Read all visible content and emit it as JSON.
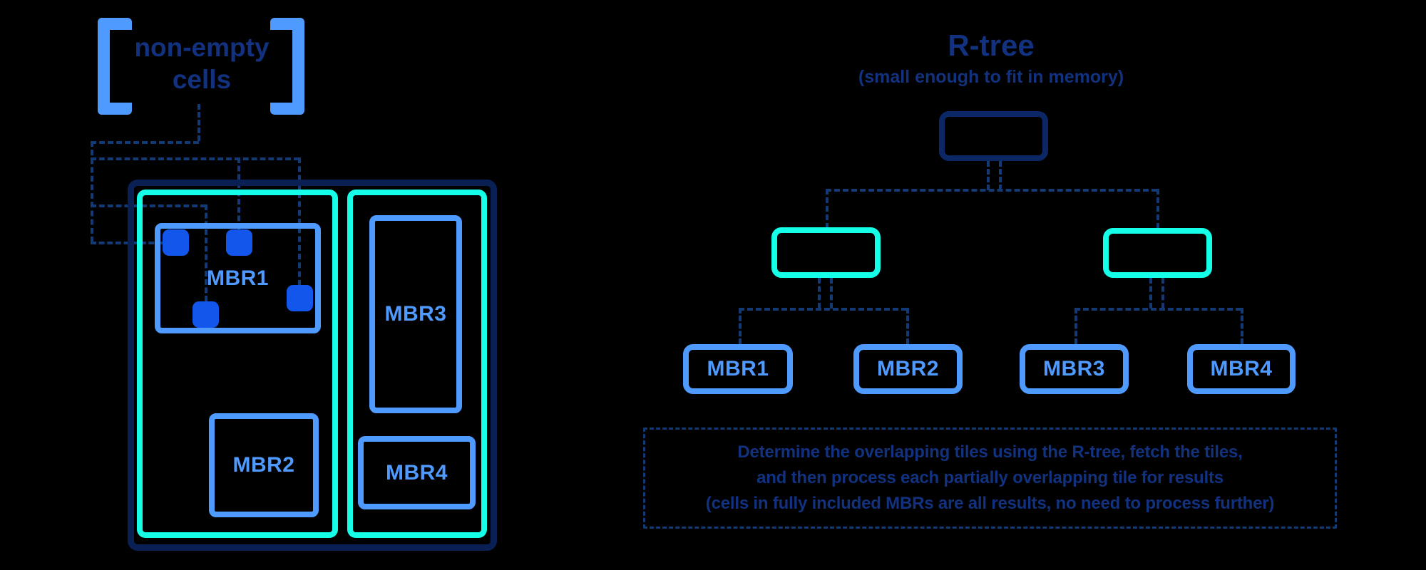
{
  "left_figure": {
    "bracket_label": {
      "line1": "non-empty",
      "line2": "cells"
    },
    "mbrs": {
      "mbr1": "MBR1",
      "mbr2": "MBR2",
      "mbr3": "MBR3",
      "mbr4": "MBR4"
    }
  },
  "rtree": {
    "title": "R-tree",
    "subtitle": "(small enough to fit in memory)",
    "leaves": [
      "MBR1",
      "MBR2",
      "MBR3",
      "MBR4"
    ]
  },
  "note": {
    "line1": "Determine the overlapping tiles using the R-tree, fetch the tiles,",
    "line2": "and then process each partially overlapping tile for results",
    "line3": "(cells in fully included MBRs are all results, no need to process further)"
  },
  "colors": {
    "background": "#000000",
    "light_blue": "#4f9aff",
    "cyan": "#15ffe8",
    "cell_blue": "#1256ec",
    "navy_outer_box": "#0a2055",
    "navy_node": "#0c2765",
    "navy_text": "#12327f",
    "navy_dashed": "#133a74"
  }
}
